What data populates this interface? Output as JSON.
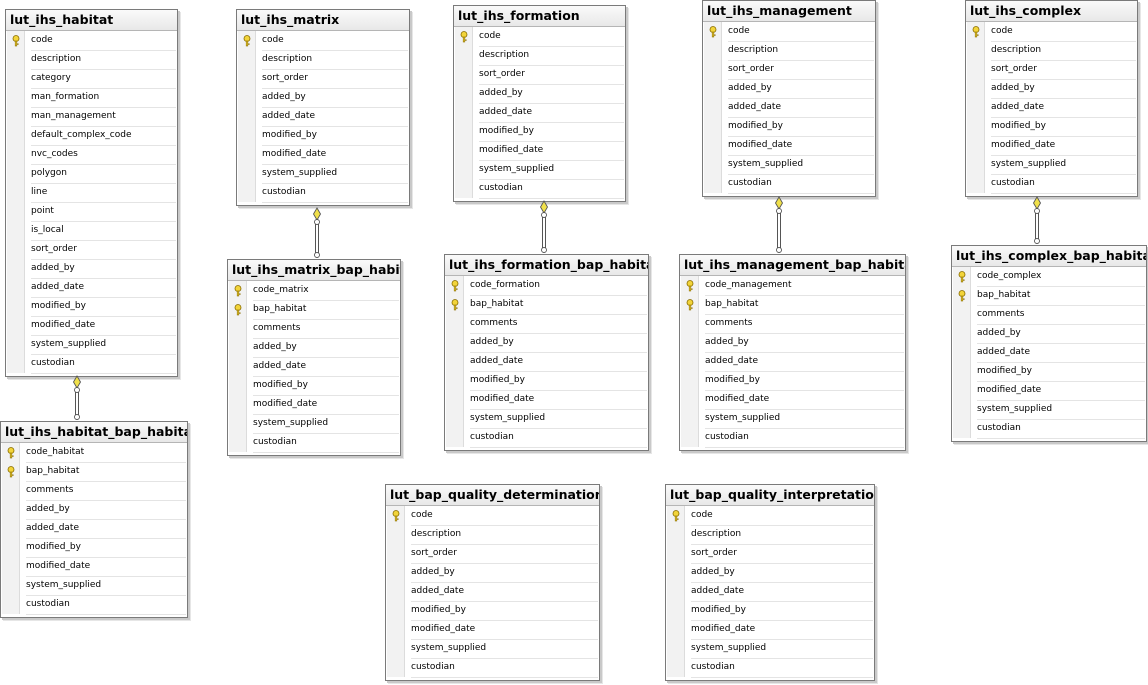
{
  "key_icon": "primary-key-icon",
  "colors": {
    "key_fill": "#f2d43a",
    "connector_fill": "#f0e04a",
    "border": "#7a7a7a"
  },
  "tables": [
    {
      "id": "lut_ihs_habitat",
      "title": "lut_ihs_habitat",
      "columns": [
        {
          "name": "code",
          "pk": true
        },
        {
          "name": "description"
        },
        {
          "name": "category"
        },
        {
          "name": "man_formation"
        },
        {
          "name": "man_management"
        },
        {
          "name": "default_complex_code"
        },
        {
          "name": "nvc_codes"
        },
        {
          "name": "polygon"
        },
        {
          "name": "line"
        },
        {
          "name": "point"
        },
        {
          "name": "is_local"
        },
        {
          "name": "sort_order"
        },
        {
          "name": "added_by"
        },
        {
          "name": "added_date"
        },
        {
          "name": "modified_by"
        },
        {
          "name": "modified_date"
        },
        {
          "name": "system_supplied"
        },
        {
          "name": "custodian"
        }
      ]
    },
    {
      "id": "lut_ihs_habitat_bap_habitat",
      "title": "lut_ihs_habitat_bap_habitat",
      "columns": [
        {
          "name": "code_habitat",
          "pk": true
        },
        {
          "name": "bap_habitat",
          "pk": true
        },
        {
          "name": "comments"
        },
        {
          "name": "added_by"
        },
        {
          "name": "added_date"
        },
        {
          "name": "modified_by"
        },
        {
          "name": "modified_date"
        },
        {
          "name": "system_supplied"
        },
        {
          "name": "custodian"
        }
      ]
    },
    {
      "id": "lut_ihs_matrix",
      "title": "lut_ihs_matrix",
      "columns": [
        {
          "name": "code",
          "pk": true
        },
        {
          "name": "description"
        },
        {
          "name": "sort_order"
        },
        {
          "name": "added_by"
        },
        {
          "name": "added_date"
        },
        {
          "name": "modified_by"
        },
        {
          "name": "modified_date"
        },
        {
          "name": "system_supplied"
        },
        {
          "name": "custodian"
        }
      ]
    },
    {
      "id": "lut_ihs_matrix_bap_habitat",
      "title": "lut_ihs_matrix_bap_habitat",
      "columns": [
        {
          "name": "code_matrix",
          "pk": true
        },
        {
          "name": "bap_habitat",
          "pk": true
        },
        {
          "name": "comments"
        },
        {
          "name": "added_by"
        },
        {
          "name": "added_date"
        },
        {
          "name": "modified_by"
        },
        {
          "name": "modified_date"
        },
        {
          "name": "system_supplied"
        },
        {
          "name": "custodian"
        }
      ]
    },
    {
      "id": "lut_ihs_formation",
      "title": "lut_ihs_formation",
      "columns": [
        {
          "name": "code",
          "pk": true
        },
        {
          "name": "description"
        },
        {
          "name": "sort_order"
        },
        {
          "name": "added_by"
        },
        {
          "name": "added_date"
        },
        {
          "name": "modified_by"
        },
        {
          "name": "modified_date"
        },
        {
          "name": "system_supplied"
        },
        {
          "name": "custodian"
        }
      ]
    },
    {
      "id": "lut_ihs_formation_bap_habitat",
      "title": "lut_ihs_formation_bap_habitat",
      "columns": [
        {
          "name": "code_formation",
          "pk": true
        },
        {
          "name": "bap_habitat",
          "pk": true
        },
        {
          "name": "comments"
        },
        {
          "name": "added_by"
        },
        {
          "name": "added_date"
        },
        {
          "name": "modified_by"
        },
        {
          "name": "modified_date"
        },
        {
          "name": "system_supplied"
        },
        {
          "name": "custodian"
        }
      ]
    },
    {
      "id": "lut_ihs_management",
      "title": "lut_ihs_management",
      "columns": [
        {
          "name": "code",
          "pk": true
        },
        {
          "name": "description"
        },
        {
          "name": "sort_order"
        },
        {
          "name": "added_by"
        },
        {
          "name": "added_date"
        },
        {
          "name": "modified_by"
        },
        {
          "name": "modified_date"
        },
        {
          "name": "system_supplied"
        },
        {
          "name": "custodian"
        }
      ]
    },
    {
      "id": "lut_ihs_management_bap_habitat",
      "title": "lut_ihs_management_bap_habitat",
      "columns": [
        {
          "name": "code_management",
          "pk": true
        },
        {
          "name": "bap_habitat",
          "pk": true
        },
        {
          "name": "comments"
        },
        {
          "name": "added_by"
        },
        {
          "name": "added_date"
        },
        {
          "name": "modified_by"
        },
        {
          "name": "modified_date"
        },
        {
          "name": "system_supplied"
        },
        {
          "name": "custodian"
        }
      ]
    },
    {
      "id": "lut_ihs_complex",
      "title": "lut_ihs_complex",
      "columns": [
        {
          "name": "code",
          "pk": true
        },
        {
          "name": "description"
        },
        {
          "name": "sort_order"
        },
        {
          "name": "added_by"
        },
        {
          "name": "added_date"
        },
        {
          "name": "modified_by"
        },
        {
          "name": "modified_date"
        },
        {
          "name": "system_supplied"
        },
        {
          "name": "custodian"
        }
      ]
    },
    {
      "id": "lut_ihs_complex_bap_habitat",
      "title": "lut_ihs_complex_bap_habitat",
      "columns": [
        {
          "name": "code_complex",
          "pk": true
        },
        {
          "name": "bap_habitat",
          "pk": true
        },
        {
          "name": "comments"
        },
        {
          "name": "added_by"
        },
        {
          "name": "added_date"
        },
        {
          "name": "modified_by"
        },
        {
          "name": "modified_date"
        },
        {
          "name": "system_supplied"
        },
        {
          "name": "custodian"
        }
      ]
    },
    {
      "id": "lut_bap_quality_determination",
      "title": "lut_bap_quality_determination",
      "columns": [
        {
          "name": "code",
          "pk": true
        },
        {
          "name": "description"
        },
        {
          "name": "sort_order"
        },
        {
          "name": "added_by"
        },
        {
          "name": "added_date"
        },
        {
          "name": "modified_by"
        },
        {
          "name": "modified_date"
        },
        {
          "name": "system_supplied"
        },
        {
          "name": "custodian"
        }
      ]
    },
    {
      "id": "lut_bap_quality_interpretation",
      "title": "lut_bap_quality_interpretation",
      "columns": [
        {
          "name": "code",
          "pk": true
        },
        {
          "name": "description"
        },
        {
          "name": "sort_order"
        },
        {
          "name": "added_by"
        },
        {
          "name": "added_date"
        },
        {
          "name": "modified_by"
        },
        {
          "name": "modified_date"
        },
        {
          "name": "system_supplied"
        },
        {
          "name": "custodian"
        }
      ]
    }
  ],
  "relationships": [
    {
      "from": "lut_ihs_habitat",
      "to": "lut_ihs_habitat_bap_habitat"
    },
    {
      "from": "lut_ihs_matrix",
      "to": "lut_ihs_matrix_bap_habitat"
    },
    {
      "from": "lut_ihs_formation",
      "to": "lut_ihs_formation_bap_habitat"
    },
    {
      "from": "lut_ihs_management",
      "to": "lut_ihs_management_bap_habitat"
    },
    {
      "from": "lut_ihs_complex",
      "to": "lut_ihs_complex_bap_habitat"
    }
  ]
}
